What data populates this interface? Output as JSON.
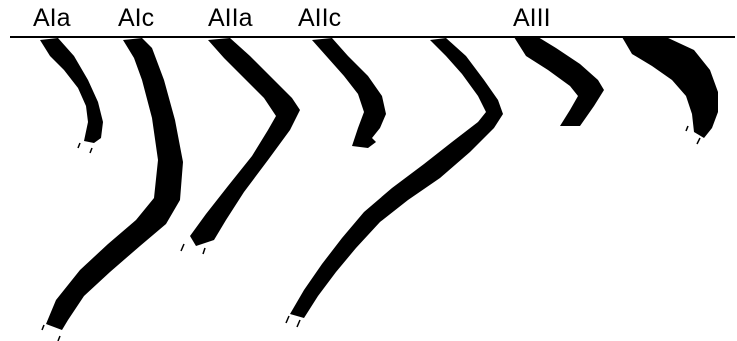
{
  "labels": {
    "aia": "AIa",
    "aic": "AIc",
    "aiia": "AIIa",
    "aiic": "AIIc",
    "aiii": "AIII"
  },
  "colors": {
    "ink": "#000000",
    "background": "#ffffff"
  }
}
